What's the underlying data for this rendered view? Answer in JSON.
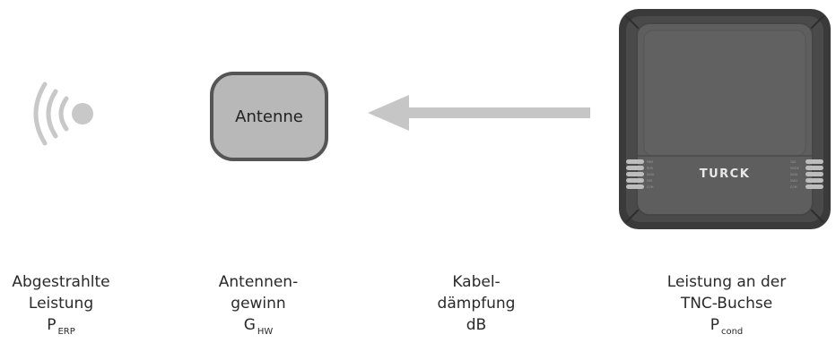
{
  "antenna_box": {
    "label": "Antenne"
  },
  "device": {
    "brand": "TURCK"
  },
  "labels": {
    "radiated": {
      "line1": "Abgestrahlte",
      "line2": "Leistung",
      "symbol": "P",
      "subscript": "ERP"
    },
    "gain": {
      "line1": "Antennen-",
      "line2": "gewinn",
      "symbol": "G",
      "subscript": "HW"
    },
    "cable": {
      "line1": "Kabel-",
      "line2": "dämpfung",
      "line3": "dB"
    },
    "conducted": {
      "line1": "Leistung an der",
      "line2": "TNC-Buchse",
      "symbol": "P",
      "subscript": "cond"
    }
  },
  "colors": {
    "arrow": "#c6c6c6",
    "antenna_fill": "#b8b8b8",
    "antenna_border": "#555555",
    "device_dark": "#3a3a3a",
    "device_face": "#5e5e5e",
    "waves": "#c8c8c8"
  }
}
